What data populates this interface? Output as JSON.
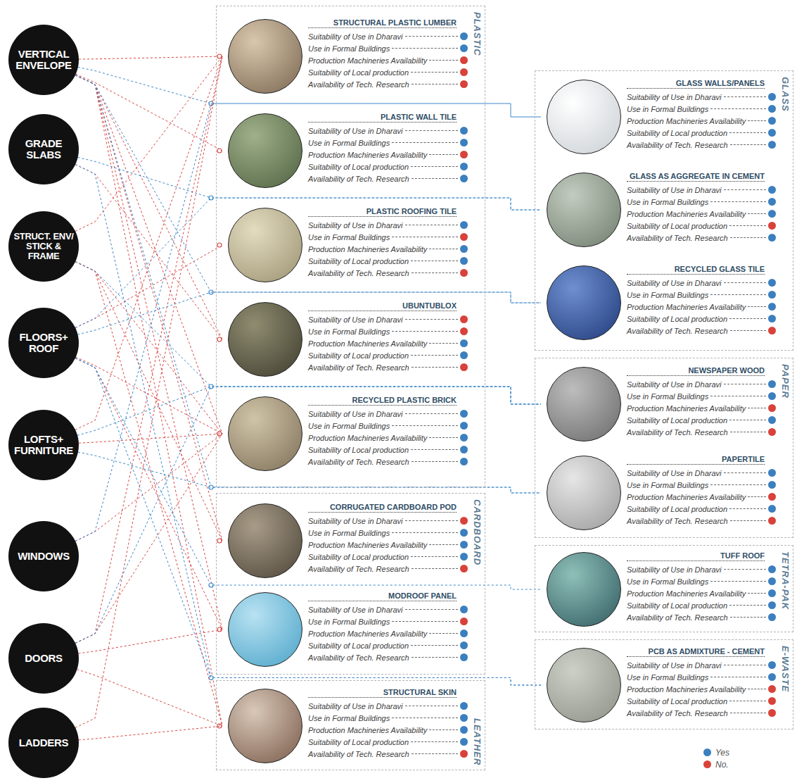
{
  "diagram": {
    "nodes": [
      {
        "text": [
          "VERTICAL ENVELOPE"
        ]
      },
      {
        "text": [
          "GRADE SLABS"
        ]
      },
      {
        "text": [
          "STRUCT. ENV/ STICK & FRAME"
        ]
      },
      {
        "text": [
          "FLOORS+ ROOF"
        ]
      },
      {
        "text": [
          "LOFTS+ FURNITURE"
        ]
      },
      {
        "text": [
          "WINDOWS"
        ]
      },
      {
        "text": [
          "DOORS"
        ]
      },
      {
        "text": [
          "LADDERS"
        ]
      },
      {
        "text": [
          "PLASTIC"
        ]
      },
      {
        "text": [
          "STRUCTURAL PLASTIC LUMBER",
          "Suitability of Use in Dharavi",
          "Use in Formal Buildings",
          "Production Machineries Availability",
          "Suitability of Local production",
          "Availability of Tech. Research"
        ],
        "in": 8
      },
      {
        "text": [
          "PLASTIC WALL TILE",
          "Suitability of Use in Dharavi",
          "Use in Formal Buildings",
          "Production Machineries Availability",
          "Suitability of Local production",
          "Availability of Tech. Research"
        ],
        "in": 8
      },
      {
        "text": [
          "PLASTIC ROOFING TILE",
          "Suitability of Use in Dharavi",
          "Use in Formal Buildings",
          "Production Machineries Availability",
          "Suitability of Local production",
          "Availability of Tech. Research"
        ],
        "in": 8
      },
      {
        "text": [
          "UBUNTUBLOX",
          "Suitability of Use in Dharavi",
          "Use in Formal Buildings",
          "Production Machineries Availability",
          "Suitability of Local production",
          "Availability of Tech. Research"
        ],
        "in": 8
      },
      {
        "text": [
          "RECYCLED PLASTIC BRICK",
          "Suitability of Use in Dharavi",
          "Use in Formal Buildings",
          "Production Machineries Availability",
          "Suitability of Local production",
          "Availability of Tech. Research"
        ],
        "in": 8
      },
      {
        "text": [
          "CARDBOARD"
        ]
      },
      {
        "text": [
          "CORRUGATED CARDBOARD POD",
          "Suitability of Use in Dharavi",
          "Use in Formal Buildings",
          "Production Machineries Availability",
          "Suitability of Local production",
          "Availability of Tech. Research"
        ],
        "in": 14
      },
      {
        "text": [
          "MODROOF PANEL",
          "Suitability of Use in Dharavi",
          "Use in Formal Buildings",
          "Production Machineries Availability",
          "Suitability of Local production",
          "Availability of Tech. Research"
        ],
        "in": 14
      },
      {
        "text": [
          "LEATHER"
        ]
      },
      {
        "text": [
          "STRUCTURAL SKIN",
          "Suitability of Use in Dharavi",
          "Use in Formal Buildings",
          "Production Machineries Availability",
          "Suitability of Local production",
          "Availability of Tech. Research"
        ],
        "in": 17
      },
      {
        "text": [
          "GLASS"
        ]
      },
      {
        "text": [
          "GLASS WALLS/PANELS",
          "Suitability of Use in Dharavi",
          "Use in Formal Buildings",
          "Production Machineries Availability",
          "Suitability of Local production",
          "Availability of Tech. Research"
        ],
        "in": 19
      },
      {
        "text": [
          "GLASS AS AGGREGATE IN CEMENT",
          "Suitability of Use in Dharavi",
          "Use in Formal Buildings",
          "Production Machineries Availability",
          "Suitability of Local production",
          "Availability of Tech. Research"
        ],
        "in": 19
      },
      {
        "text": [
          "RECYCLED GLASS TILE",
          "Suitability of Use in Dharavi",
          "Use in Formal Buildings",
          "Production Machineries Availability",
          "Suitability of Local production",
          "Availability of Tech. Research"
        ],
        "in": 19
      },
      {
        "text": [
          "PAPER"
        ]
      },
      {
        "text": [
          "NEWSPAPER WOOD",
          "Suitability of Use in Dharavi",
          "Use in Formal Buildings",
          "Production Machineries Availability",
          "Suitability of Local production",
          "Availability of Tech. Research"
        ],
        "in": 23
      },
      {
        "text": [
          "PAPERTILE",
          "Suitability of Use in Dharavi",
          "Use in Formal Buildings",
          "Production Machineries Availability",
          "Suitability of Local production",
          "Availability of Tech. Research"
        ],
        "in": 23
      },
      {
        "text": [
          "TETRA-PAK"
        ]
      },
      {
        "text": [
          "TUFF ROOF",
          "Suitability of Use in Dharavi",
          "Use in Formal Buildings",
          "Production Machineries Availability",
          "Suitability of Local production",
          "Availability of Tech. Research"
        ],
        "in": 26
      },
      {
        "text": [
          "E-WASTE"
        ]
      },
      {
        "text": [
          "PCB AS ADMIXTURE - CEMENT",
          "Suitability of Use in Dharavi",
          "Use in Formal Buildings",
          "Production Machineries Availability",
          "Suitability of Local production",
          "Availability of Tech. Research"
        ],
        "in": 28
      }
    ],
    "edges": [
      {
        "from": 0,
        "to": 9,
        "arrow": "none"
      },
      {
        "from": 0,
        "to": 10,
        "arrow": "none"
      },
      {
        "from": 0,
        "to": 12,
        "arrow": "none"
      },
      {
        "from": 0,
        "to": 13,
        "arrow": "none"
      },
      {
        "from": 0,
        "to": 15,
        "arrow": "none"
      },
      {
        "from": 0,
        "to": 16,
        "arrow": "none"
      },
      {
        "from": 0,
        "to": 18,
        "arrow": "none"
      },
      {
        "from": 0,
        "to": 20,
        "arrow": "none"
      },
      {
        "from": 0,
        "to": 22,
        "arrow": "none"
      },
      {
        "from": 0,
        "to": 25,
        "arrow": "none"
      },
      {
        "from": 1,
        "to": 12,
        "arrow": "none"
      },
      {
        "from": 1,
        "to": 21,
        "arrow": "none"
      },
      {
        "from": 1,
        "to": 29,
        "arrow": "none"
      },
      {
        "from": 2,
        "to": 9,
        "arrow": "none"
      },
      {
        "from": 2,
        "to": 13,
        "arrow": "none"
      },
      {
        "from": 2,
        "to": 15,
        "arrow": "none"
      },
      {
        "from": 2,
        "to": 18,
        "arrow": "none"
      },
      {
        "from": 2,
        "to": 24,
        "arrow": "none"
      },
      {
        "from": 3,
        "to": 11,
        "arrow": "none"
      },
      {
        "from": 3,
        "to": 13,
        "arrow": "none"
      },
      {
        "from": 3,
        "to": 16,
        "arrow": "none"
      },
      {
        "from": 3,
        "to": 21,
        "arrow": "none"
      },
      {
        "from": 3,
        "to": 22,
        "arrow": "none"
      },
      {
        "from": 3,
        "to": 27,
        "arrow": "none"
      },
      {
        "from": 3,
        "to": 29,
        "arrow": "none"
      },
      {
        "from": 4,
        "to": 9,
        "arrow": "none"
      },
      {
        "from": 4,
        "to": 13,
        "arrow": "none"
      },
      {
        "from": 4,
        "to": 24,
        "arrow": "none"
      },
      {
        "from": 4,
        "to": 25,
        "arrow": "none"
      },
      {
        "from": 5,
        "to": 13,
        "arrow": "none"
      },
      {
        "from": 5,
        "to": 20,
        "arrow": "none"
      },
      {
        "from": 6,
        "to": 9,
        "arrow": "none"
      },
      {
        "from": 6,
        "to": 13,
        "arrow": "none"
      },
      {
        "from": 6,
        "to": 16,
        "arrow": "none"
      },
      {
        "from": 6,
        "to": 18,
        "arrow": "none"
      },
      {
        "from": 6,
        "to": 24,
        "arrow": "none"
      },
      {
        "from": 7,
        "to": 9,
        "arrow": "none"
      },
      {
        "from": 7,
        "to": 18,
        "arrow": "none"
      }
    ],
    "legend": [
      {
        "text": "Yes",
        "color": "#3b7fbf"
      },
      {
        "text": "No.",
        "color": "#d8423a"
      }
    ]
  }
}
